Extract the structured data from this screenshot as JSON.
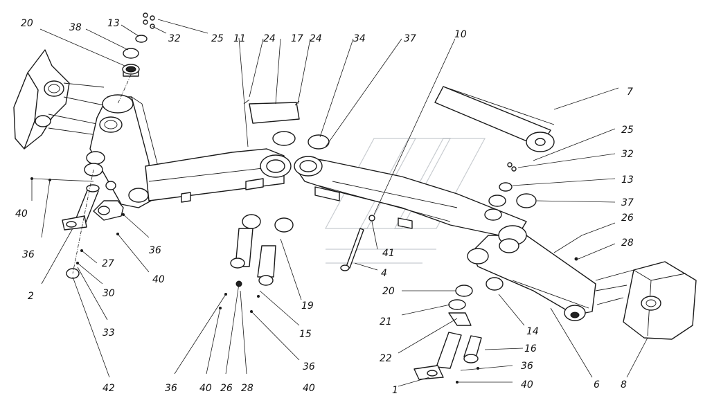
{
  "diagram": {
    "type": "exploded-parts-view",
    "callouts": [
      {
        "id": "c20a",
        "text": "20"
      },
      {
        "id": "c38",
        "text": "38"
      },
      {
        "id": "c13a",
        "text": "13"
      },
      {
        "id": "c32a",
        "text": "32"
      },
      {
        "id": "c25a",
        "text": "25"
      },
      {
        "id": "c11",
        "text": "11"
      },
      {
        "id": "c24a",
        "text": "24"
      },
      {
        "id": "c17",
        "text": "17"
      },
      {
        "id": "c24b",
        "text": "24"
      },
      {
        "id": "c34",
        "text": "34"
      },
      {
        "id": "c37a",
        "text": "37"
      },
      {
        "id": "c10",
        "text": "10"
      },
      {
        "id": "c7",
        "text": "7"
      },
      {
        "id": "c25b",
        "text": "25"
      },
      {
        "id": "c32b",
        "text": "32"
      },
      {
        "id": "c13b",
        "text": "13"
      },
      {
        "id": "c37b",
        "text": "37"
      },
      {
        "id": "c26a",
        "text": "26"
      },
      {
        "id": "c28a",
        "text": "28"
      },
      {
        "id": "c40a",
        "text": "40"
      },
      {
        "id": "c36a",
        "text": "36"
      },
      {
        "id": "c36b",
        "text": "36"
      },
      {
        "id": "c40b",
        "text": "40"
      },
      {
        "id": "c27",
        "text": "27"
      },
      {
        "id": "c30",
        "text": "30"
      },
      {
        "id": "c2",
        "text": "2"
      },
      {
        "id": "c33",
        "text": "33"
      },
      {
        "id": "c42",
        "text": "42"
      },
      {
        "id": "c19",
        "text": "19"
      },
      {
        "id": "c15",
        "text": "15"
      },
      {
        "id": "c36c",
        "text": "36"
      },
      {
        "id": "c40c",
        "text": "40"
      },
      {
        "id": "c36d",
        "text": "36"
      },
      {
        "id": "c40d",
        "text": "40"
      },
      {
        "id": "c26b",
        "text": "26"
      },
      {
        "id": "c28b",
        "text": "28"
      },
      {
        "id": "c41",
        "text": "41"
      },
      {
        "id": "c4",
        "text": "4"
      },
      {
        "id": "c20b",
        "text": "20"
      },
      {
        "id": "c21",
        "text": "21"
      },
      {
        "id": "c22",
        "text": "22"
      },
      {
        "id": "c14",
        "text": "14"
      },
      {
        "id": "c16",
        "text": "16"
      },
      {
        "id": "c36e",
        "text": "36"
      },
      {
        "id": "c1",
        "text": "1"
      },
      {
        "id": "c40e",
        "text": "40"
      },
      {
        "id": "c6",
        "text": "6"
      },
      {
        "id": "c8",
        "text": "8"
      }
    ]
  }
}
